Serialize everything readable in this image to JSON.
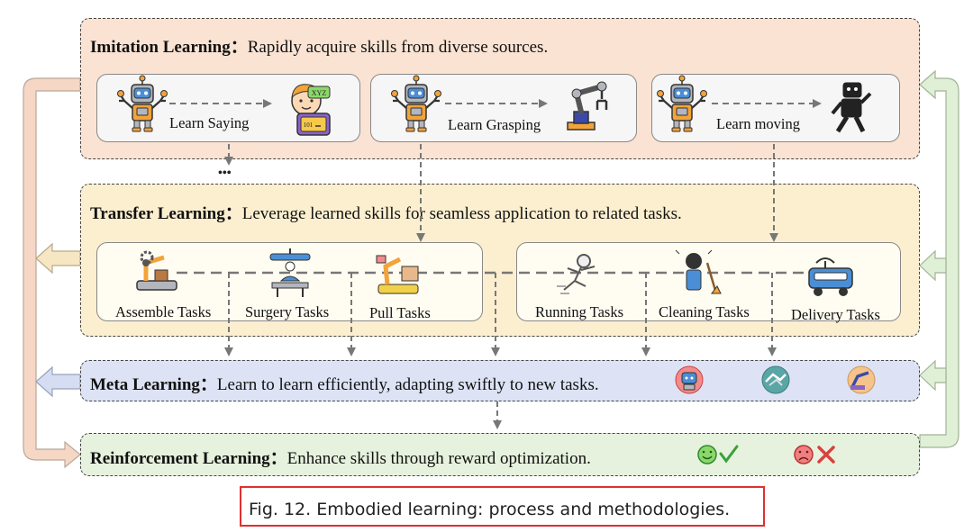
{
  "imitation": {
    "title_bold": "Imitation Learning",
    "title_rest": "Rapidly acquire skills from diverse sources.",
    "cards": [
      "Learn Saying",
      "Learn Grasping",
      "Learn moving"
    ],
    "icon_text": {
      "bubble": "XYZ",
      "screen": "101"
    },
    "ellipsis": "•••"
  },
  "transfer": {
    "title_bold": "Transfer Learning",
    "title_rest": "Leverage learned skills for seamless application to related tasks.",
    "tasks_left": [
      "Assemble Tasks",
      "Surgery Tasks",
      "Pull Tasks"
    ],
    "tasks_right": [
      "Running Tasks",
      "Cleaning Tasks",
      "Delivery Tasks"
    ]
  },
  "meta": {
    "title_bold": "Meta Learning",
    "title_rest": "Learn to learn efficiently, adapting swiftly to new tasks."
  },
  "reinforcement": {
    "title_bold": "Reinforcement Learning",
    "title_rest": "Enhance skills through reward optimization."
  },
  "caption": "Fig. 12.  Embodied learning: process and methodologies.",
  "colors": {
    "imitation_bg": "#fae3d3",
    "transfer_bg": "#fcefcf",
    "meta_bg": "#dde3f5",
    "reinforcement_bg": "#e6f2dd",
    "caption_border": "#e03030"
  }
}
